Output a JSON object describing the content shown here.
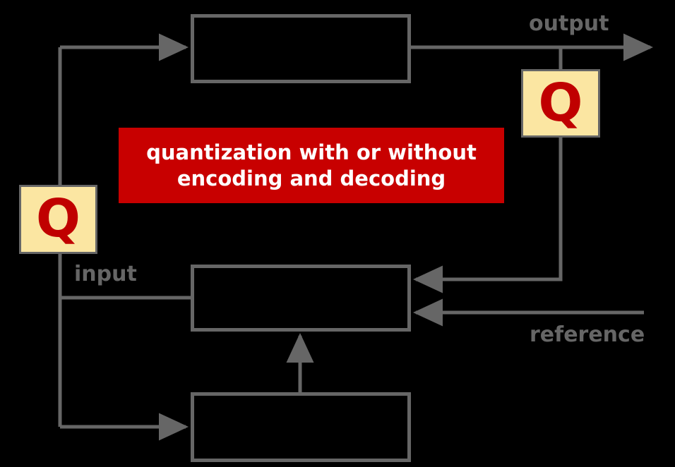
{
  "diagram": {
    "title": "quantization feedback control block diagram",
    "background_color": "#000000",
    "stroke_color": "#666666",
    "quantizer_fill_color": "#fbe6a2",
    "quantizer_text_color": "#c00000",
    "banner_color": "#c80000",
    "banner_text_color": "#ffffff"
  },
  "banner": {
    "line1": "quantization with or without",
    "line2": "encoding and decoding"
  },
  "quantizers": [
    {
      "id": "quantizer-output",
      "label": "Q"
    },
    {
      "id": "quantizer-input",
      "label": "Q"
    }
  ],
  "blocks": [
    {
      "id": "plant-block",
      "label": ""
    },
    {
      "id": "controller-block",
      "label": ""
    },
    {
      "id": "sensor-block",
      "label": ""
    }
  ],
  "signals": {
    "output": "output",
    "input": "input",
    "reference": "reference"
  }
}
